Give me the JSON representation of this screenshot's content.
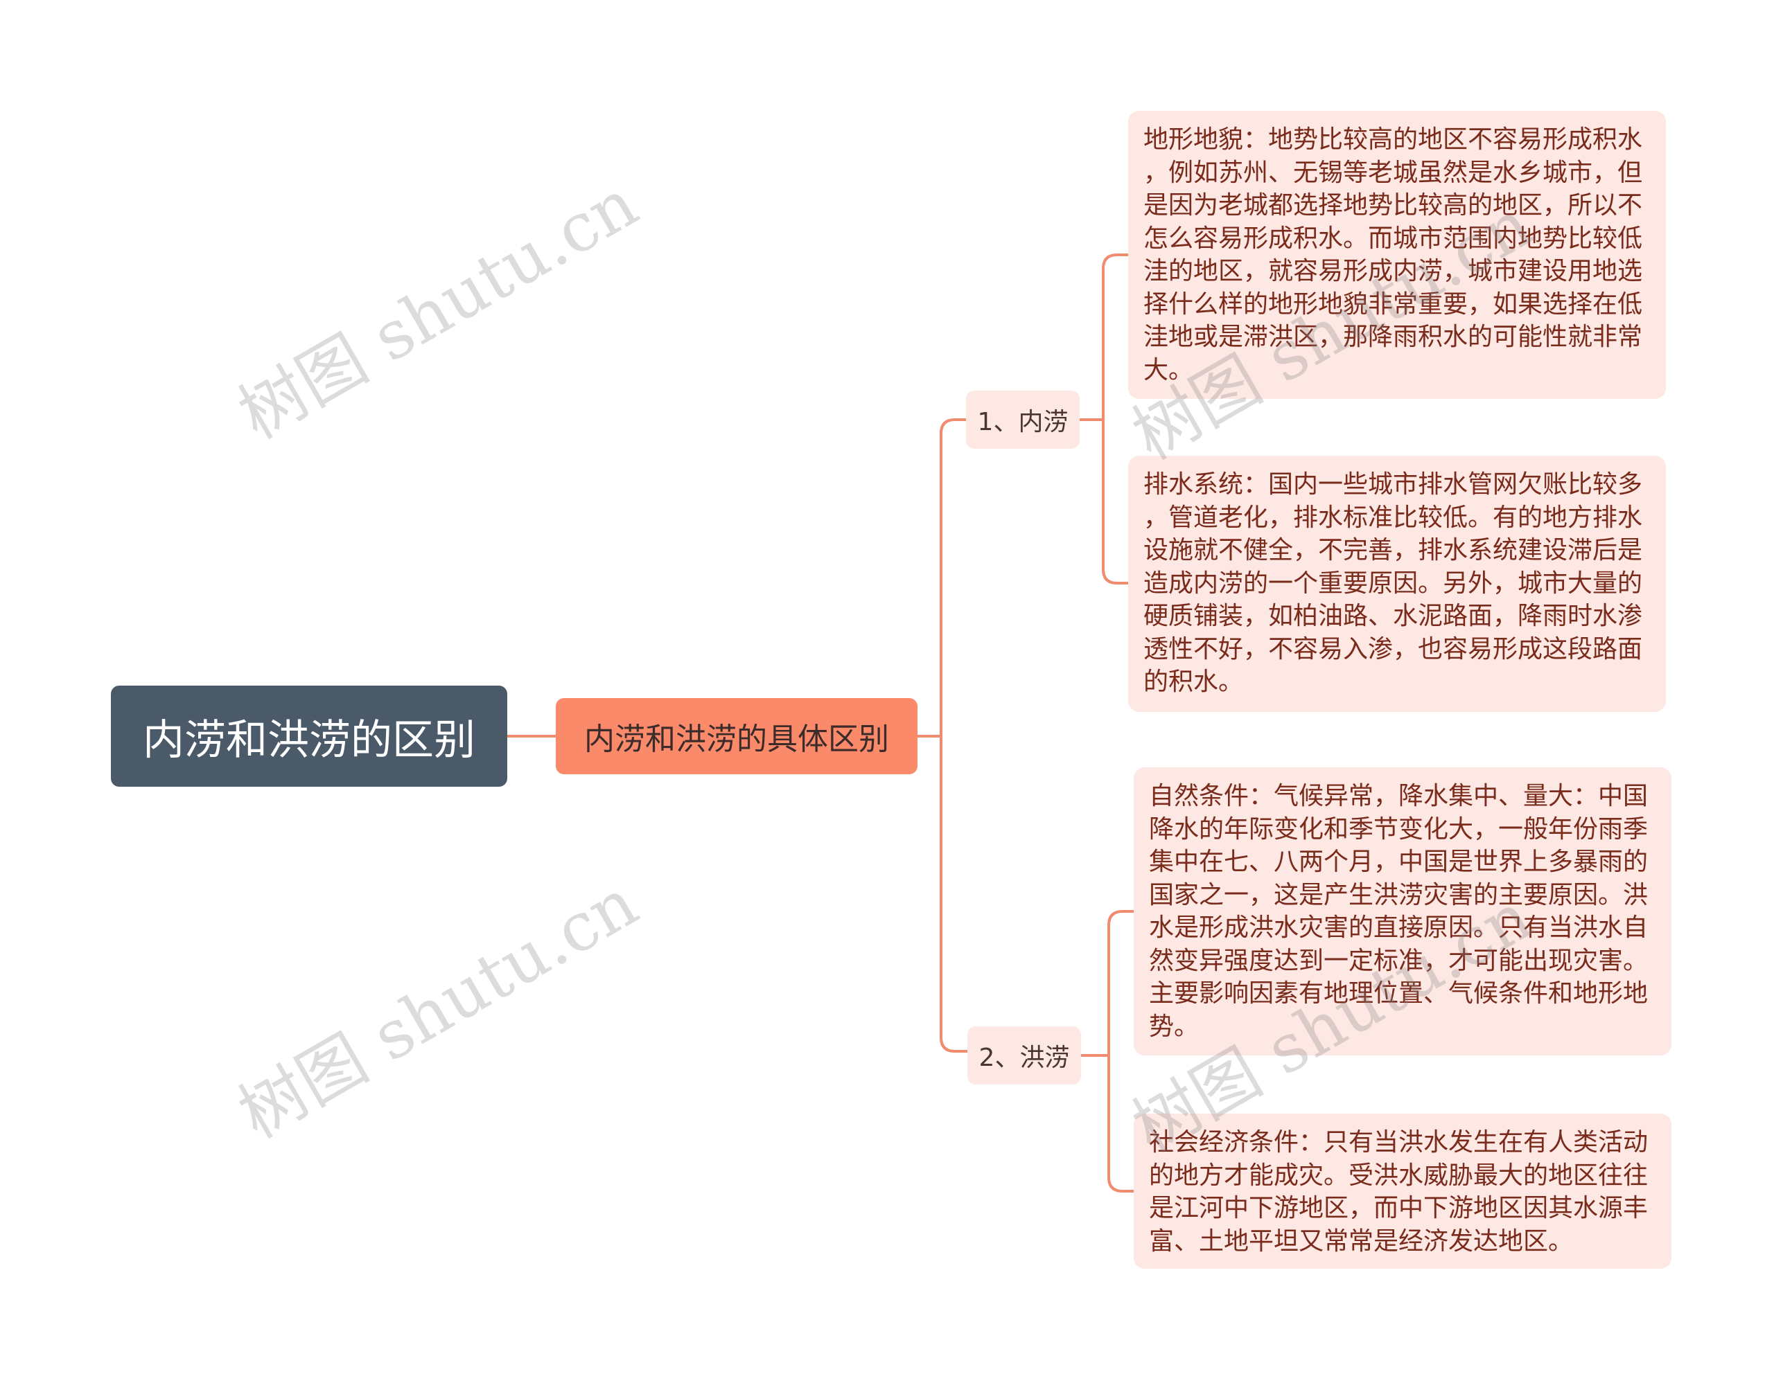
{
  "root": {
    "label": "内涝和洪涝的区别"
  },
  "main": {
    "label": "内涝和洪涝的具体区别"
  },
  "categories": [
    {
      "label": "1、内涝",
      "leaves": [
        "地形地貌：地势比较高的地区不容易形成积水\n，例如苏州、无锡等老城虽然是水乡城市，但\n是因为老城都选择地势比较高的地区，所以不\n怎么容易形成积水。而城市范围内地势比较低\n洼的地区，就容易形成内涝，城市建设用地选\n择什么样的地形地貌非常重要，如果选择在低\n洼地或是滞洪区，那降雨积水的可能性就非常\n大。",
        "排水系统：国内一些城市排水管网欠账比较多\n，管道老化，排水标准比较低。有的地方排水\n设施就不健全，不完善，排水系统建设滞后是\n造成内涝的一个重要原因。另外，城市大量的\n硬质铺装，如柏油路、水泥路面，降雨时水渗\n透性不好，不容易入渗，也容易形成这段路面\n的积水。"
      ]
    },
    {
      "label": "2、洪涝",
      "leaves": [
        "自然条件：气候异常，降水集中、量大：中国\n降水的年际变化和季节变化大，一般年份雨季\n集中在七、八两个月，中国是世界上多暴雨的\n国家之一，这是产生洪涝灾害的主要原因。洪\n水是形成洪水灾害的直接原因。只有当洪水自\n然变异强度达到一定标准，才可能出现灾害。\n主要影响因素有地理位置、气候条件和地形地\n势。",
        "社会经济条件：只有当洪水发生在有人类活动\n的地方才能成灾。受洪水威胁最大的地区往往\n是江河中下游地区，而中下游地区因其水源丰\n富、土地平坦又常常是经济发达地区。"
      ]
    }
  ],
  "watermarks": [
    "树图 shutu.cn",
    "树图 shutu.cn",
    "树图 shutu.cn",
    "树图 shutu.cn"
  ],
  "colors": {
    "root_bg": "#4a5a69",
    "main_bg": "#fa8a6a",
    "node_bg": "#fde8e3",
    "connector": "#f08b70",
    "leaf_text": "#7a2b1c"
  }
}
